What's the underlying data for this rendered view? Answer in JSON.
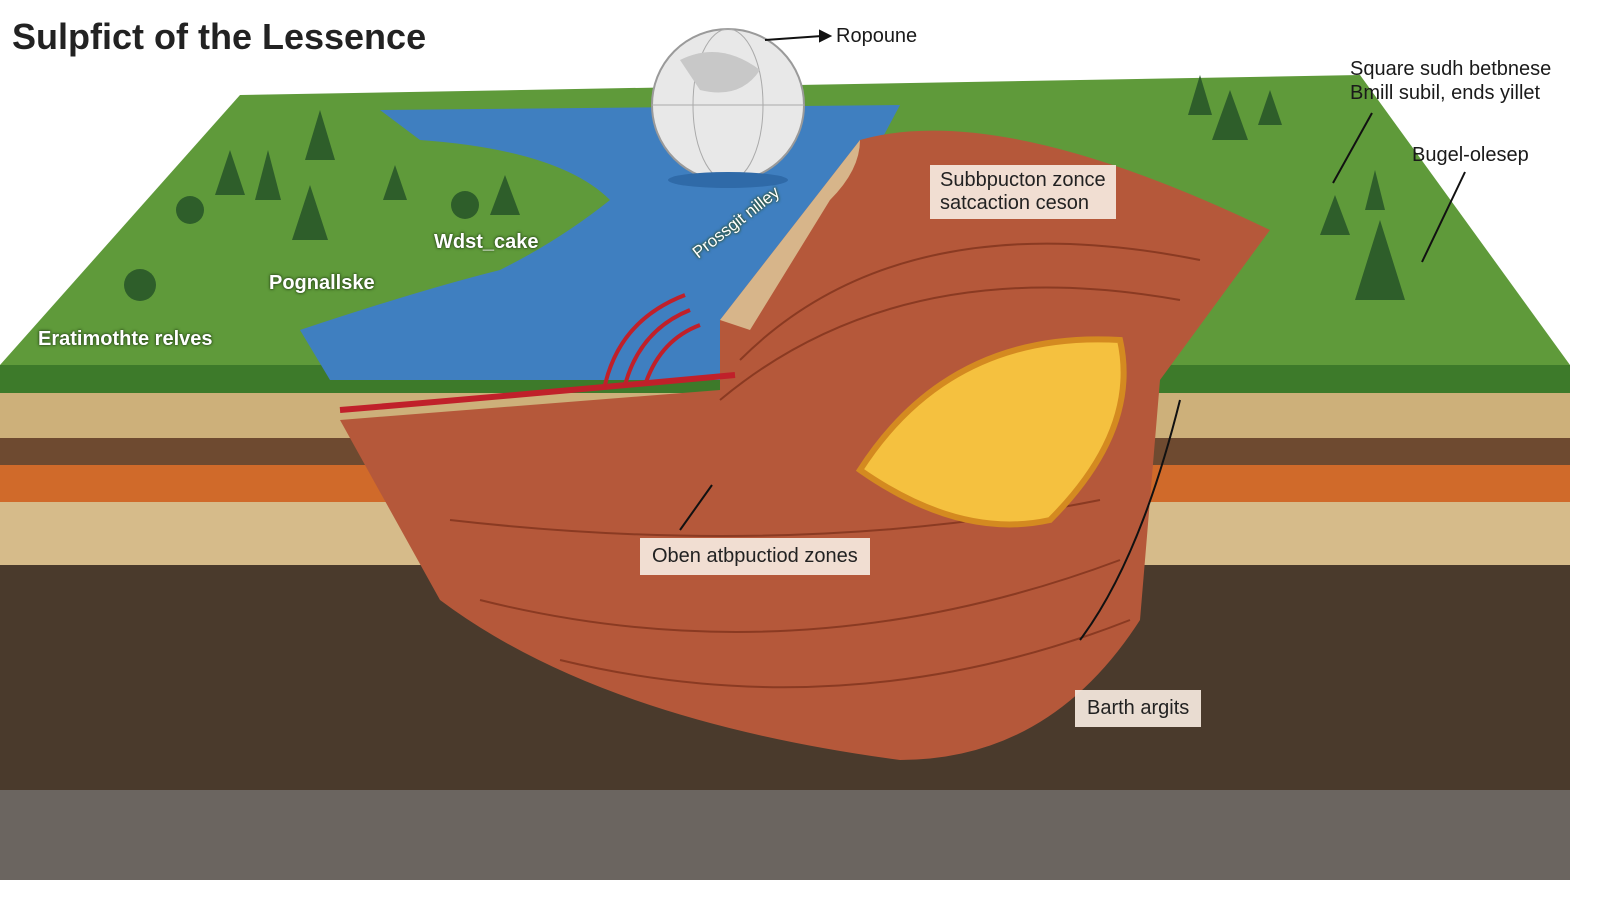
{
  "title": "Sulpfict of the Lessence",
  "labels": {
    "globe": "Ropoune",
    "top_right_line1": "Square sudh betbnese",
    "top_right_line2": "Bmill subil, ends yillet",
    "right_slope": "Bugel-olesep",
    "subduction_line1": "Subbpucton zonce",
    "subduction_line2": "satcaction ceson",
    "lake": "Wdst_cake",
    "shore": "Pognallske",
    "left_plain": "Eratimothte relves",
    "valley": "Prossgit nilley",
    "open_zones": "Oben atbpuctiod zones",
    "earth": "Barth argits"
  },
  "colors": {
    "grass": "#5f9a3a",
    "water": "#3f7fc0",
    "rock": "#b5583a",
    "magma": "#f5c13f",
    "soil": "#4a3a2c"
  }
}
